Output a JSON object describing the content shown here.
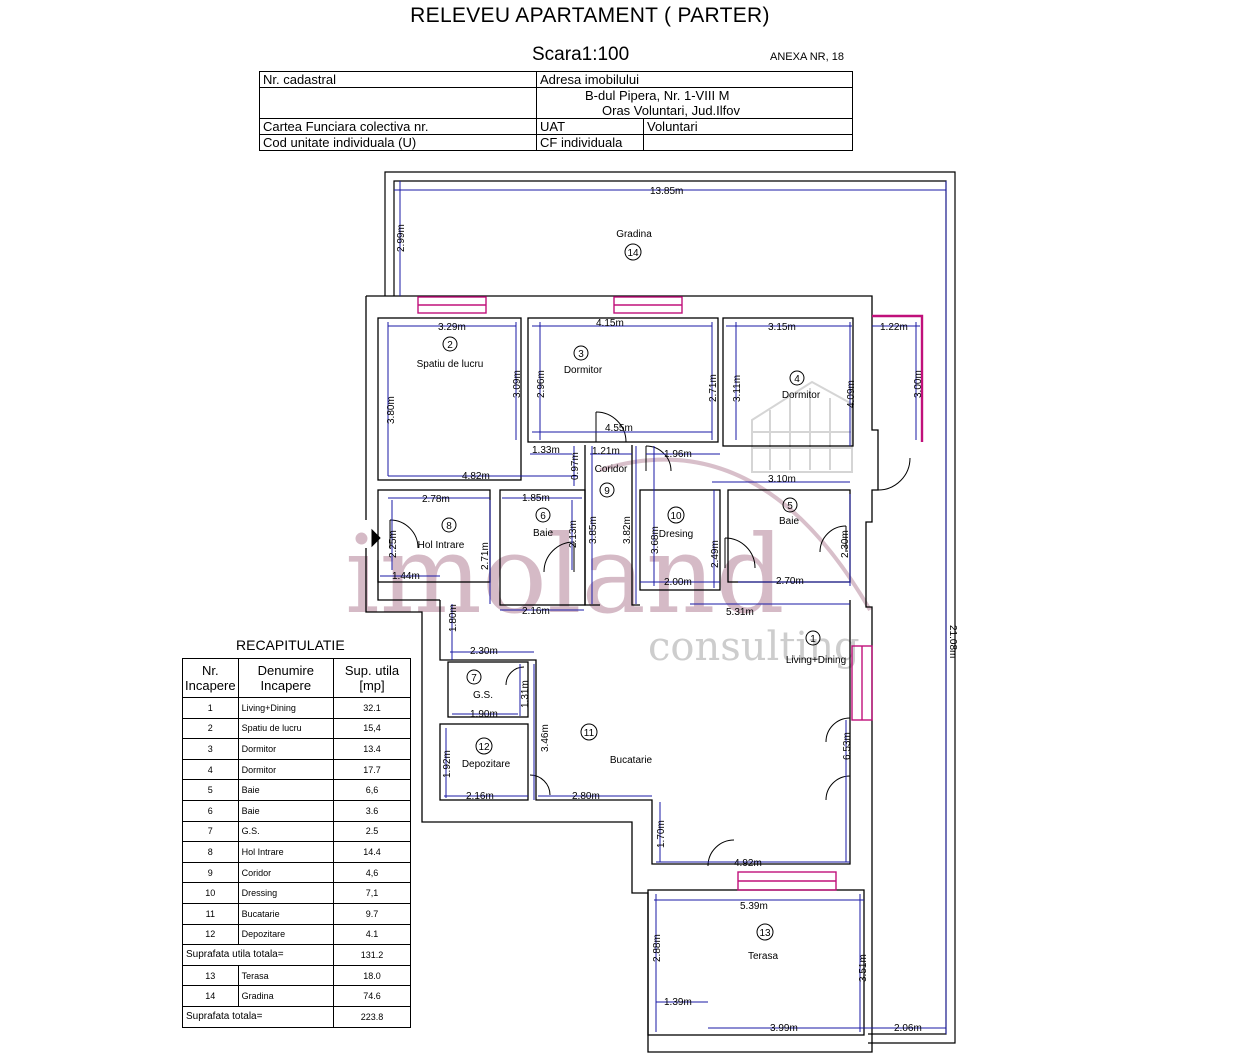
{
  "header": {
    "title": "RELEVEU  APARTAMENT  ( PARTER)",
    "scale": "Scara1:100",
    "annex": "ANEXA NR, 18"
  },
  "info_table": {
    "cadastral_label": "Nr. cadastral",
    "address_label": "Adresa imobilului",
    "address_line1": "B-dul Pipera, Nr. 1-VIII M",
    "address_line2": "Oras Voluntari, Jud.Ilfov",
    "cf_collective_label": "Cartea Funciara colectiva nr.",
    "uat_label": "UAT",
    "uat_value": "Voluntari",
    "unit_code_label": "Cod unitate individuala (U)",
    "cf_individual_label": "CF individuala"
  },
  "recap": {
    "title": "RECAPITULATIE",
    "headers": [
      "Nr. Incapere",
      "Denumire Incapere",
      "Sup. utila [mp]"
    ],
    "rows": [
      {
        "nr": "1",
        "name": "Living+Dining",
        "area": "32.1"
      },
      {
        "nr": "2",
        "name": "Spatiu de lucru",
        "area": "15,4"
      },
      {
        "nr": "3",
        "name": "Dormitor",
        "area": "13.4"
      },
      {
        "nr": "4",
        "name": "Dormitor",
        "area": "17.7"
      },
      {
        "nr": "5",
        "name": "Baie",
        "area": "6,6"
      },
      {
        "nr": "6",
        "name": "Baie",
        "area": "3.6"
      },
      {
        "nr": "7",
        "name": "G.S.",
        "area": "2.5"
      },
      {
        "nr": "8",
        "name": "Hol Intrare",
        "area": "14.4"
      },
      {
        "nr": "9",
        "name": "Coridor",
        "area": "4,6"
      },
      {
        "nr": "10",
        "name": "Dressing",
        "area": "7,1"
      },
      {
        "nr": "11",
        "name": "Bucatarie",
        "area": "9.7"
      },
      {
        "nr": "12",
        "name": "Depozitare",
        "area": "4.1"
      }
    ],
    "useful_total_label": "Suprafata utila totala=",
    "useful_total_value": "131.2",
    "extra_rows": [
      {
        "nr": "13",
        "name": "Terasa",
        "area": "18.0"
      },
      {
        "nr": "14",
        "name": "Gradina",
        "area": "74.6"
      }
    ],
    "grand_total_label": "Suprafata totala=",
    "grand_total_value": "223.8"
  },
  "rooms": {
    "r1_num": "1",
    "r1_name": "Living+Dining",
    "r2_num": "2",
    "r2_name": "Spatiu de lucru",
    "r3_num": "3",
    "r3_name": "Dormitor",
    "r4_num": "4",
    "r4_name": "Dormitor",
    "r5_num": "5",
    "r5_name": "Baie",
    "r6_num": "6",
    "r6_name": "Baie",
    "r7_num": "7",
    "r7_name": "G.S.",
    "r8_num": "8",
    "r8_name": "Hol Intrare",
    "r9_num": "9",
    "r9_name": "Coridor",
    "r10_num": "10",
    "r10_name": "Dresing",
    "r11_num": "11",
    "r11_name": "Bucatarie",
    "r12_num": "12",
    "r12_name": "Depozitare",
    "r13_num": "13",
    "r13_name": "Terasa",
    "r14_num": "14",
    "r14_name": "Gradina"
  },
  "dims": {
    "d1385": "13.85m",
    "d299": "2.99m",
    "d2108": "21.08m",
    "d329": "3.29m",
    "d415": "4.15m",
    "d315": "3.15m",
    "d122": "1.22m",
    "d380": "3.80m",
    "d309": "3.09m",
    "d296": "2.96m",
    "d271a": "2.71m",
    "d311": "3.11m",
    "d409": "4.09m",
    "d300": "3.00m",
    "d455": "4.55m",
    "d133": "1.33m",
    "d121": "1.21m",
    "d196": "1.96m",
    "d097": "0.97m",
    "d482": "4.82m",
    "d310": "3.10m",
    "d278": "2.78m",
    "d185": "1.85m",
    "d225": "2.25m",
    "d271b": "2.71m",
    "d213": "2.13m",
    "d385": "3.85m",
    "d382": "3.82m",
    "d368": "3.68m",
    "d249": "2.49m",
    "d230a": "2.30m",
    "d144": "1.44m",
    "d216a": "2.16m",
    "d200": "2.00m",
    "d270": "2.70m",
    "d531": "5.31m",
    "d180": "1.80m",
    "d230b": "2.30m",
    "d131": "1.31m",
    "d190": "1.90m",
    "d346": "3.46m",
    "d192": "1.92m",
    "d216b": "2.16m",
    "d280": "2.80m",
    "d653": "6.53m",
    "d170": "1.70m",
    "d492": "4.92m",
    "d539": "5.39m",
    "d288": "2.88m",
    "d351": "3.51m",
    "d139": "1.39m",
    "d399": "3.99m",
    "d206": "2.06m"
  },
  "watermark": {
    "main": "imoland",
    "sub": "consulting"
  },
  "colors": {
    "wall": "#000000",
    "dimension": "#1a1aa6",
    "window": "#c0107a",
    "watermark": "#c8a4b4"
  }
}
